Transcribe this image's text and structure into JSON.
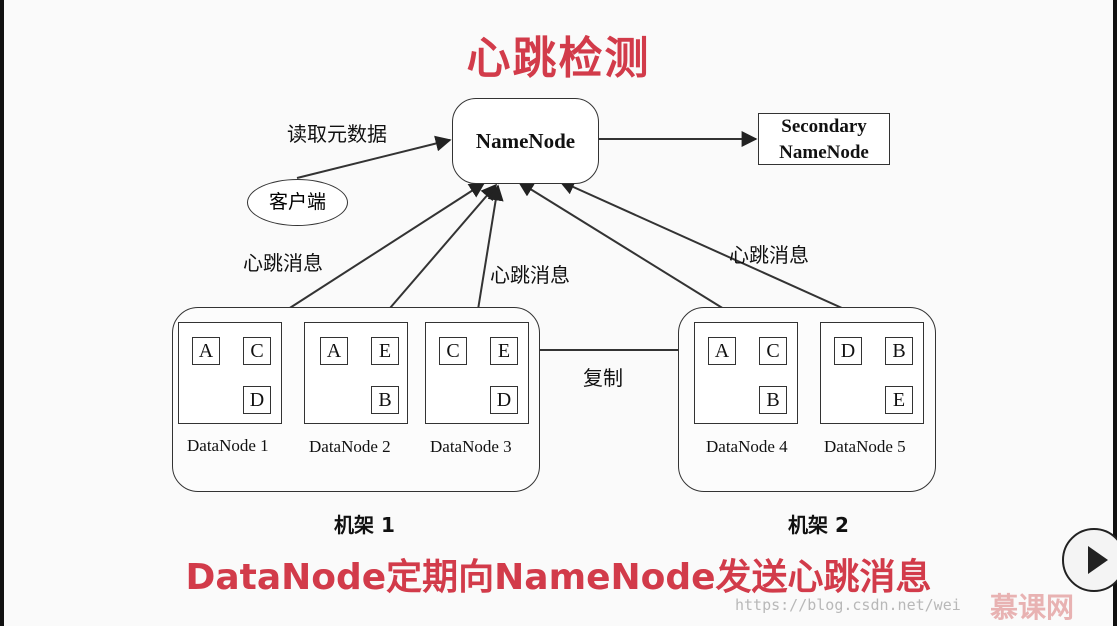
{
  "title": "心跳检测",
  "subtitle": "DataNode定期向NameNode发送心跳消息",
  "namenode": "NameNode",
  "secondary": {
    "line1": "Secondary",
    "line2": "NameNode"
  },
  "client": "客户端",
  "labels": {
    "read_metadata": "读取元数据",
    "heartbeat_left": "心跳消息",
    "heartbeat_mid": "心跳消息",
    "heartbeat_right": "心跳消息",
    "replicate": "复制"
  },
  "racks": [
    {
      "name": "机架 1"
    },
    {
      "name": "机架 2"
    }
  ],
  "datanodes": [
    {
      "name": "DataNode 1",
      "blocks": [
        "A",
        "C",
        "D"
      ]
    },
    {
      "name": "DataNode 2",
      "blocks": [
        "A",
        "E",
        "B"
      ]
    },
    {
      "name": "DataNode 3",
      "blocks": [
        "C",
        "E",
        "D"
      ]
    },
    {
      "name": "DataNode 4",
      "blocks": [
        "A",
        "C",
        "B"
      ]
    },
    {
      "name": "DataNode 5",
      "blocks": [
        "D",
        "B",
        "E"
      ]
    }
  ],
  "watermark": "https://blog.csdn.net/wei",
  "logo": "慕课网",
  "colors": {
    "title_red": "#d23b4a",
    "line": "#333333"
  },
  "icons": {
    "play": "play-icon"
  }
}
